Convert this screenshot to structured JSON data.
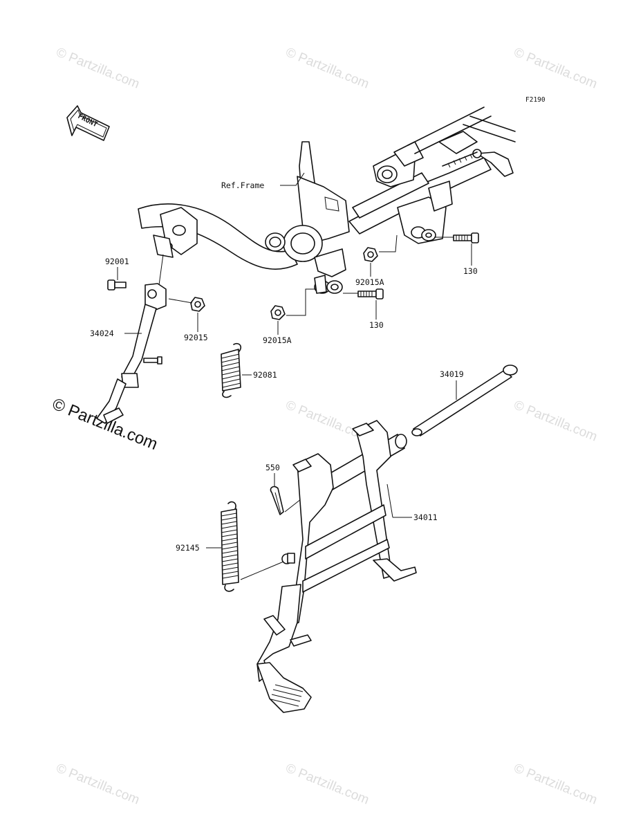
{
  "diagram_code": "F2190",
  "front_arrow_text": "FRONT",
  "frame_label": "Ref.Frame",
  "watermark": "© Partzilla.com",
  "callouts": {
    "p92001": "92001",
    "p34024": "34024",
    "p92015": "92015",
    "p92081": "92081",
    "p92015A_upper": "92015A",
    "p92015A_lower": "92015A",
    "p130_upper": "130",
    "p130_lower": "130",
    "p34019": "34019",
    "p550": "550",
    "p34011": "34011",
    "p92145": "92145"
  }
}
